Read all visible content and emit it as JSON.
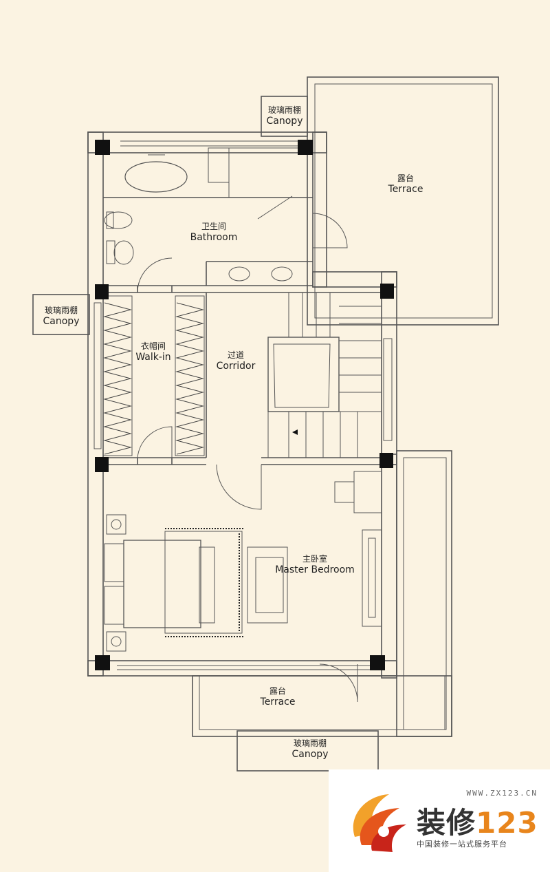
{
  "rooms": {
    "canopy_top": {
      "zh": "玻璃雨棚",
      "en": "Canopy"
    },
    "terrace_top": {
      "zh": "露台",
      "en": "Terrace"
    },
    "bathroom": {
      "zh": "卫生间",
      "en": "Bathroom"
    },
    "canopy_left": {
      "zh": "玻璃雨棚",
      "en": "Canopy"
    },
    "walkin": {
      "zh": "衣帽间",
      "en": "Walk-in"
    },
    "corridor": {
      "zh": "过道",
      "en": "Corridor"
    },
    "master": {
      "zh": "主卧室",
      "en": "Master Bedroom"
    },
    "terrace_bottom": {
      "zh": "露台",
      "en": "Terrace"
    },
    "canopy_bottom": {
      "zh": "玻璃雨棚",
      "en": "Canopy"
    }
  },
  "watermark": {
    "url": "WWW.ZX123.CN",
    "brand": "装修",
    "brand_num": "123",
    "slogan": "中国装修一站式服务平台"
  },
  "colors": {
    "line": "#555555",
    "wall": "#111111",
    "bg": "#fbf3e2",
    "accent": "#e8851c"
  }
}
